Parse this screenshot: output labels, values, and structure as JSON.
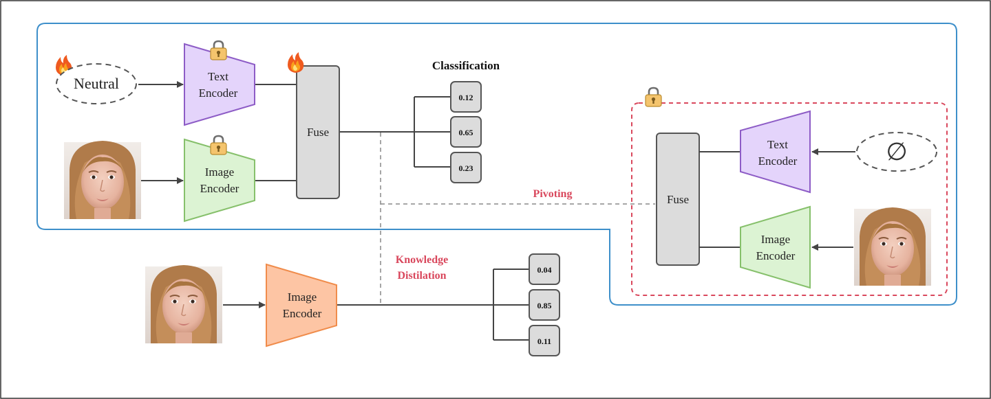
{
  "text_encoder": {
    "label_line1": "Text",
    "label_line2": "Encoder"
  },
  "image_encoder": {
    "label_line1": "Image",
    "label_line2": "Encoder"
  },
  "fuse": {
    "label": "Fuse"
  },
  "student": {
    "label_line1": "Image",
    "label_line2": "Encoder"
  },
  "inputs": {
    "neutral": "Neutral",
    "empty_symbol": "∅"
  },
  "classification": {
    "title": "Classification",
    "teacher_scores": [
      "0.12",
      "0.65",
      "0.23"
    ],
    "student_scores": [
      "0.04",
      "0.85",
      "0.11"
    ]
  },
  "annotations": {
    "pivoting": "Pivoting",
    "kd_line1": "Knowledge",
    "kd_line2": "Distilation"
  },
  "icons": {
    "trainable": "fire-icon",
    "frozen": "lock-icon",
    "face": "face-photo"
  },
  "colors": {
    "text_encoder_fill": "#e4d4fb",
    "text_encoder_stroke": "#8d5cc6",
    "image_encoder_fill": "#dcf3d3",
    "image_encoder_stroke": "#86c06b",
    "student_fill": "#fdc5a4",
    "student_stroke": "#f08c4b",
    "fuse_fill": "#dcdcdc",
    "panel_border": "#3d8fca",
    "frozen_border": "#d9475c",
    "annotation": "#d9475c"
  }
}
